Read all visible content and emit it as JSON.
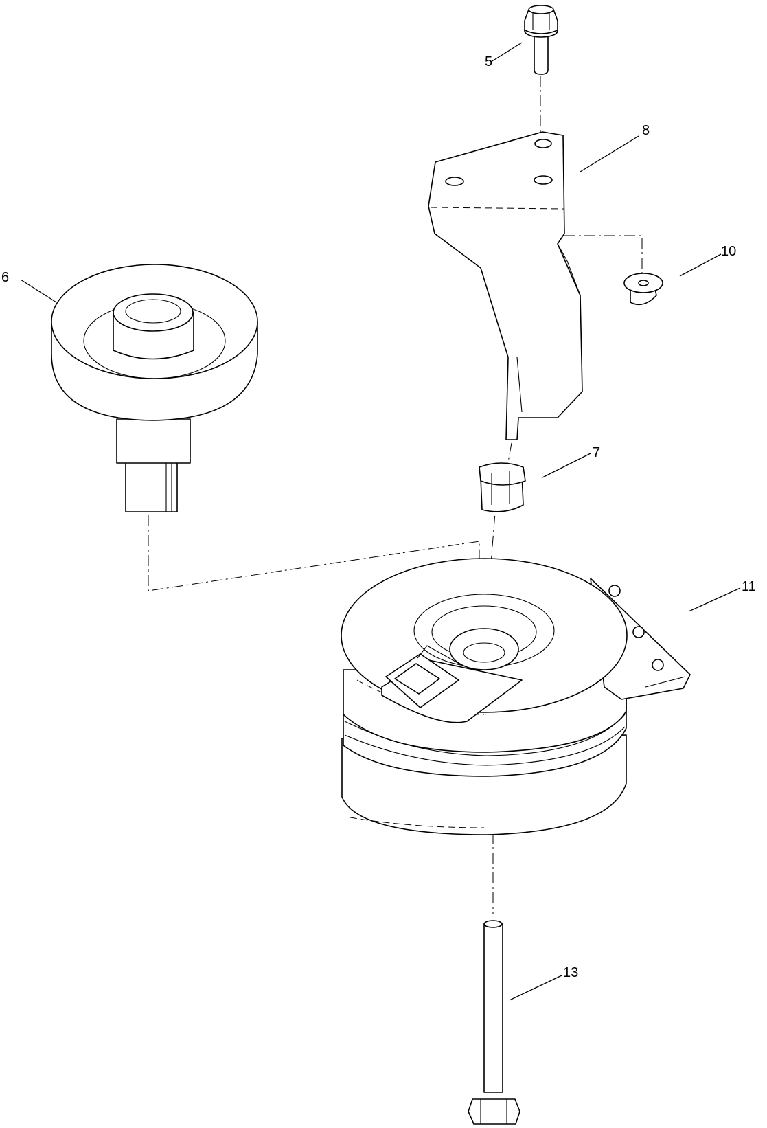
{
  "callouts": {
    "c5": "5",
    "c6": "6",
    "c7": "7",
    "c8": "8",
    "c10": "10",
    "c11": "11",
    "c13": "13"
  },
  "parts": [
    {
      "callout": "5",
      "name": "flange-bolt"
    },
    {
      "callout": "6",
      "name": "pulley-spindle"
    },
    {
      "callout": "7",
      "name": "spacer-clip"
    },
    {
      "callout": "8",
      "name": "bracket"
    },
    {
      "callout": "10",
      "name": "flange-nut"
    },
    {
      "callout": "11",
      "name": "electric-clutch"
    },
    {
      "callout": "13",
      "name": "clutch-bolt"
    }
  ],
  "colors": {
    "line": "#000000",
    "background": "#ffffff"
  }
}
